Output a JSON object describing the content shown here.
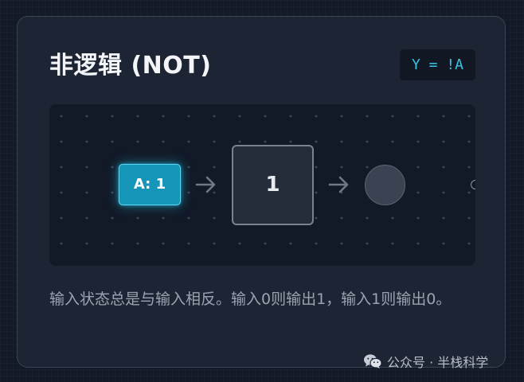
{
  "card": {
    "title": "非逻辑 (NOT)",
    "formula": "Y = !A"
  },
  "diagram": {
    "input_label": "A: 1",
    "gate_value": "1",
    "arrow_icon": "arrow-right-icon",
    "output_state": "off"
  },
  "description": "输入状态总是与输入相反。输入0则输出1，输入1则输出0。",
  "watermark": {
    "icon": "wechat-icon",
    "text": "公众号 · 半栈科学"
  },
  "colors": {
    "accent": "#1596b8",
    "formula_text": "#35c7e8",
    "card_background": "#1d2534",
    "page_background": "#121927"
  }
}
